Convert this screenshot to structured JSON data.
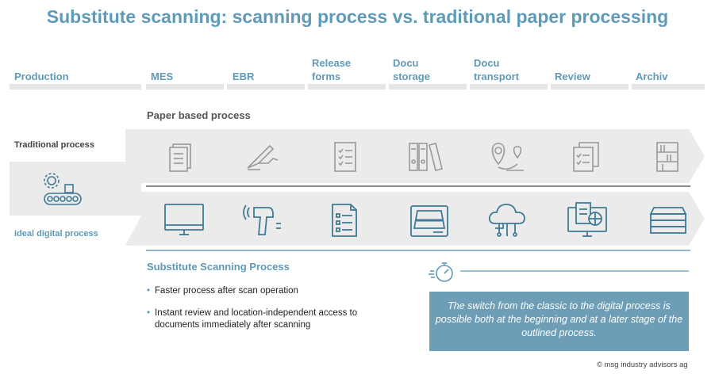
{
  "title": "Substitute scanning: scanning process vs. traditional paper processing",
  "stages": [
    "Production",
    "MES",
    "EBR",
    "Release forms",
    "Docu storage",
    "Docu transport",
    "Review",
    "Archiv"
  ],
  "paper_label": "Paper based process",
  "traditional_label": "Traditional process",
  "digital_label": "Ideal digital process",
  "substitute_heading": "Substitute Scanning Process",
  "bullets": [
    "Faster process after scan operation",
    "Instant review and location-independent access to documents immediately after scanning"
  ],
  "callout": "The switch from the classic to the digital process is possible both at the beginning and at a later stage of the outlined process.",
  "copyright": "© msg industry advisors ag",
  "colors": {
    "accent": "#5f9ab8",
    "callout": "#6d9eb5",
    "band": "#ebebeb",
    "paper_icon": "#9a9a9a",
    "digital_icon": "#3f7a96"
  }
}
